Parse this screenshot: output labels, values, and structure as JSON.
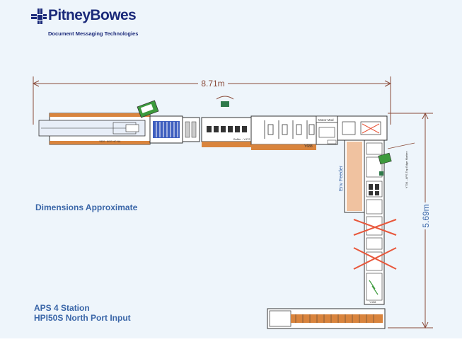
{
  "brand": {
    "name": "PitneyBowes",
    "tagline": "Document Messaging Technologies",
    "color": "#1b2a7a"
  },
  "notes": {
    "dimensions_note": "Dimensions Approximate",
    "station_title": "APS 4  Station",
    "station_subtitle": "HPI50S North Port Input"
  },
  "dimensions": {
    "width_label": "8.71m",
    "height_label": "5.69m"
  },
  "modules": {
    "input_label": "Y520 - 80 E HC NA",
    "buffer_label": "Buffer - Y472",
    "y688_label": "Y688",
    "motor_label": "Motor Mod",
    "env_feeder_label": "Env Feeder",
    "side_label": "Y734 - APS Top Edge Marker",
    "small_label": "Y498"
  },
  "colors": {
    "dimension_line": "#8a4b3a",
    "frame": "#333333",
    "orange": "#d9843d",
    "blue": "#3f5fbf",
    "green": "#3d9a3d",
    "cross": "#e8573b",
    "text_blue": "#3a66a8"
  }
}
